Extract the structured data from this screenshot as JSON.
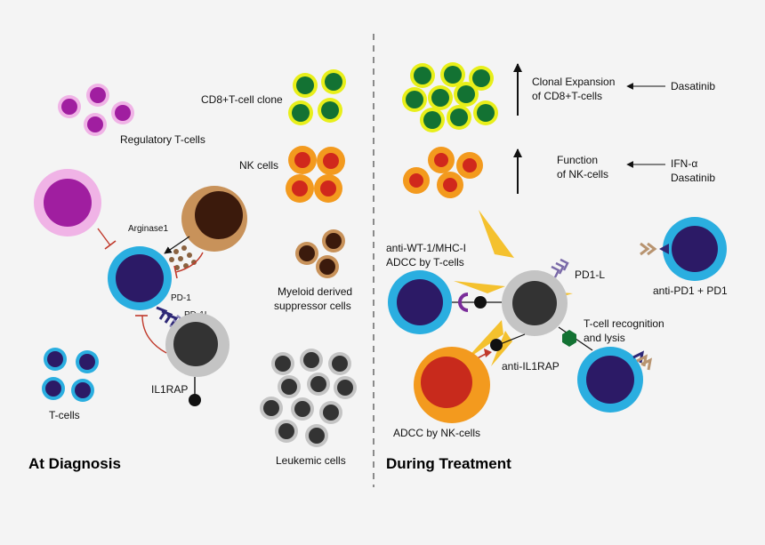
{
  "colors": {
    "background": "#f4f4f4",
    "treg_outer": "#f0b3e6",
    "treg_inner": "#a01ea0",
    "cd8_outer": "#e8ef1a",
    "cd8_inner": "#137233",
    "nk_outer": "#f39a1e",
    "nk_inner": "#d0281c",
    "mdsc_outer": "#c8925a",
    "mdsc_inner": "#3b1a0c",
    "tcell_outer": "#2aaee0",
    "tcell_inner": "#2c1a66",
    "leuk_outer": "#c4c4c4",
    "leuk_inner": "#333333",
    "inhibit": "#c0392b",
    "pd1_arrow": "#2e2877",
    "receptor_black": "#111111",
    "hexagon": "#137233",
    "purple_receptor": "#7a2c9a",
    "red_arrow": "#c0392b",
    "burst": "#f4c12e"
  },
  "left": {
    "section_title": "At Diagnosis",
    "treg_label": "Regulatory T-cells",
    "cd8_label": "CD8+T-cell clone",
    "nk_label": "NK cells",
    "mdsc_label_line1": "Myeloid derived",
    "mdsc_label_line2": "suppressor cells",
    "tcells_label": "T-cells",
    "leukemic_label": "Leukemic cells",
    "arginase_label": "Arginase1",
    "pd1_label": "PD-1",
    "pd1l_label": "PD-1L",
    "il1rap_label": "IL1RAP"
  },
  "right": {
    "section_title": "During Treatment",
    "clonal_line1": "Clonal Expansion",
    "clonal_line2": "of CD8+T-cells",
    "dasatinib_1": "Dasatinib",
    "function_line1": "Function",
    "function_line2": "of NK-cells",
    "ifn_label": "IFN-α",
    "dasatinib_2": "Dasatinib",
    "anti_wt1_line1": "anti-WT-1/MHC-I",
    "anti_wt1_line2": "ADCC by T-cells",
    "pd1l_label": "PD1-L",
    "anti_pd1_label": "anti-PD1 + PD1",
    "tcell_recog_line1": "T-cell recognition",
    "tcell_recog_line2": "and lysis",
    "anti_il1rap_label": "anti-IL1RAP",
    "adcc_nk_label": "ADCC by NK-cells"
  }
}
